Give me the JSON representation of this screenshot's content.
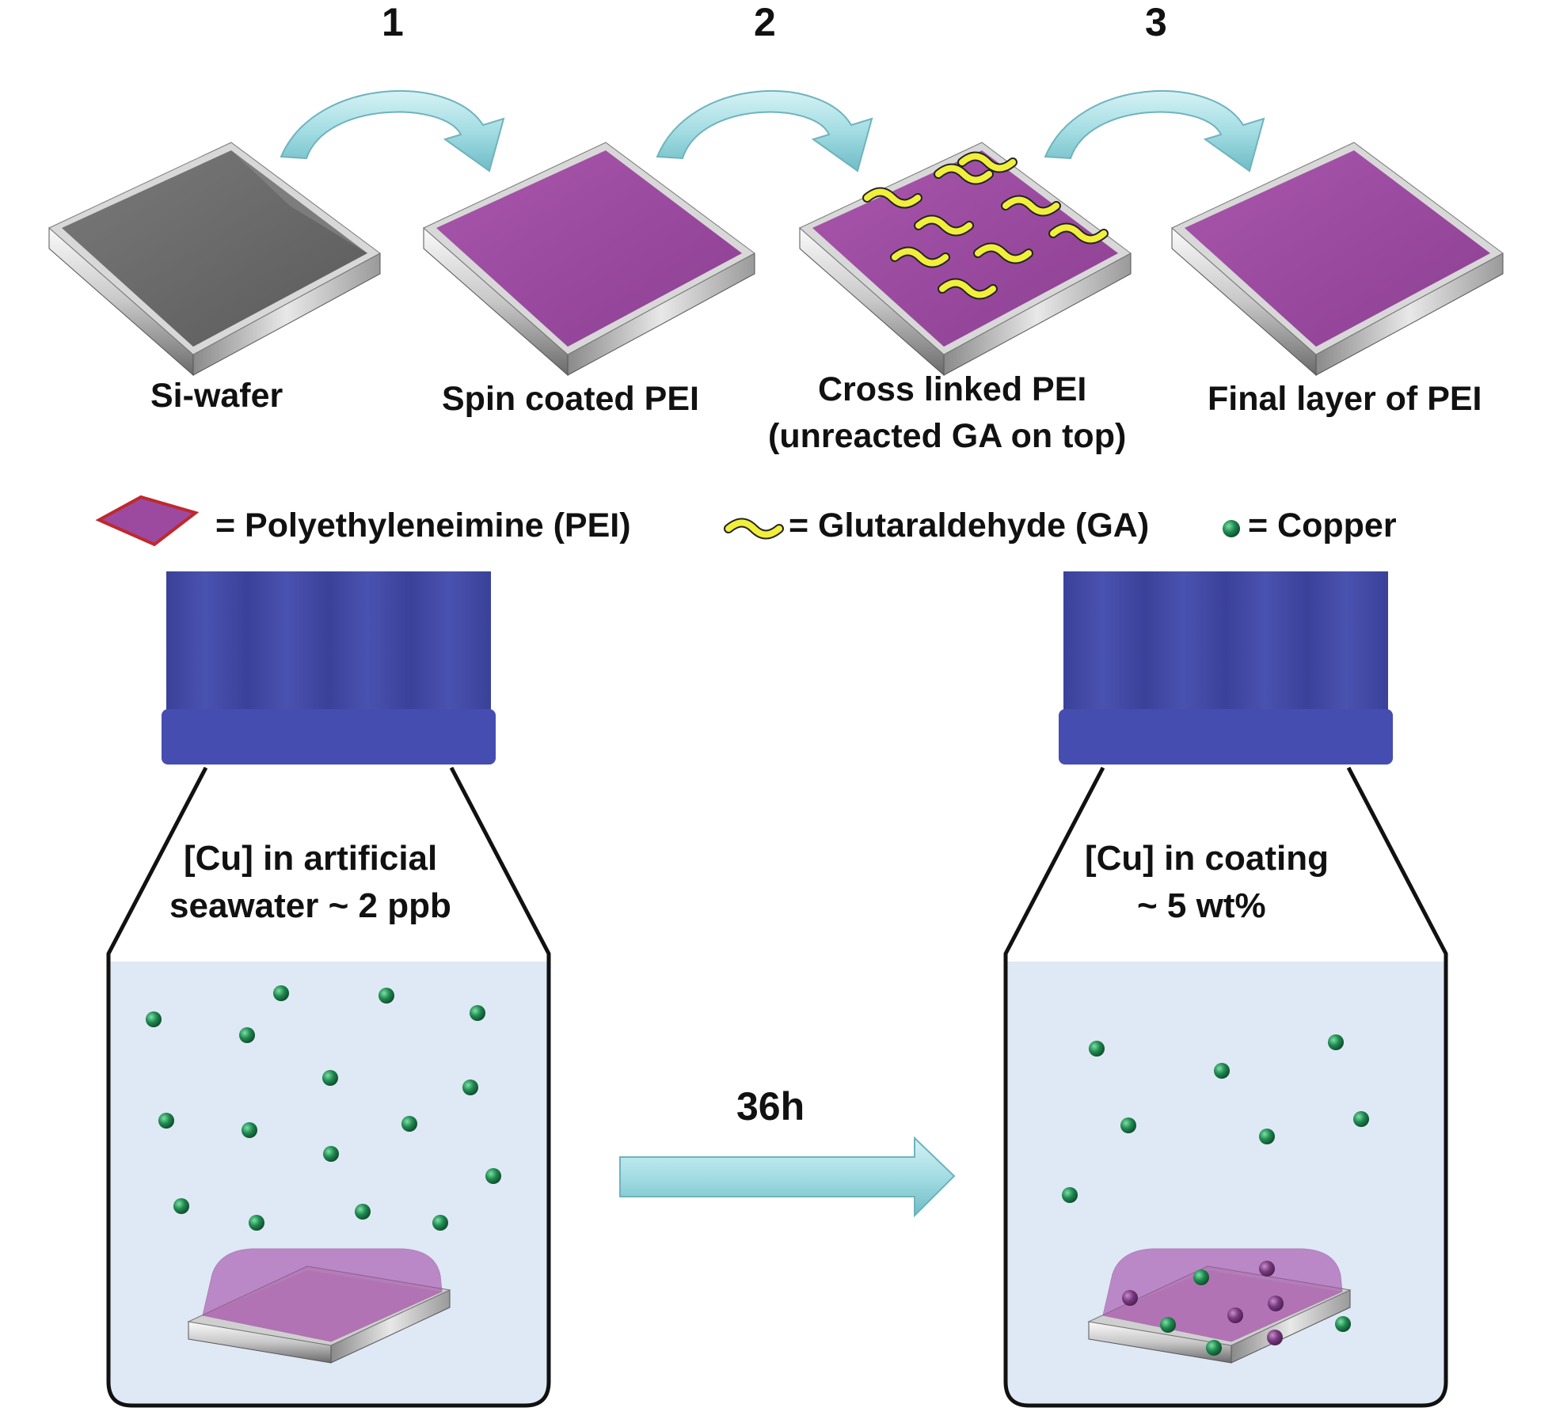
{
  "steps": [
    {
      "number": "1"
    },
    {
      "number": "2"
    },
    {
      "number": "3"
    }
  ],
  "wafers": [
    {
      "label": "Si-wafer",
      "surface": "silicon"
    },
    {
      "label": "Spin coated PEI",
      "surface": "pei"
    },
    {
      "label_line1": "Cross linked PEI",
      "label_line2": "(unreacted GA on top)",
      "surface": "pei-with-ga"
    },
    {
      "label": "Final layer of PEI",
      "surface": "pei"
    }
  ],
  "legend": {
    "pei": "= Polyethyleneimine (PEI)",
    "ga": "= Glutaraldehyde (GA)",
    "copper": "= Copper"
  },
  "bottles": {
    "left": {
      "line1": "[Cu] in artificial",
      "line2": "seawater ~ 2 ppb"
    },
    "right": {
      "line1": "[Cu] in coating",
      "line2": "~ 5 wt%"
    }
  },
  "transition": {
    "label": "36h"
  },
  "colors": {
    "pei": "#9b4a9f",
    "silicon": "#6e6e6e",
    "ga": "#f1ef3a",
    "copper": "#1f8a50",
    "cap": "#3f47a3",
    "water": "#dfe8f5",
    "arrow": "#9fdbe2"
  }
}
